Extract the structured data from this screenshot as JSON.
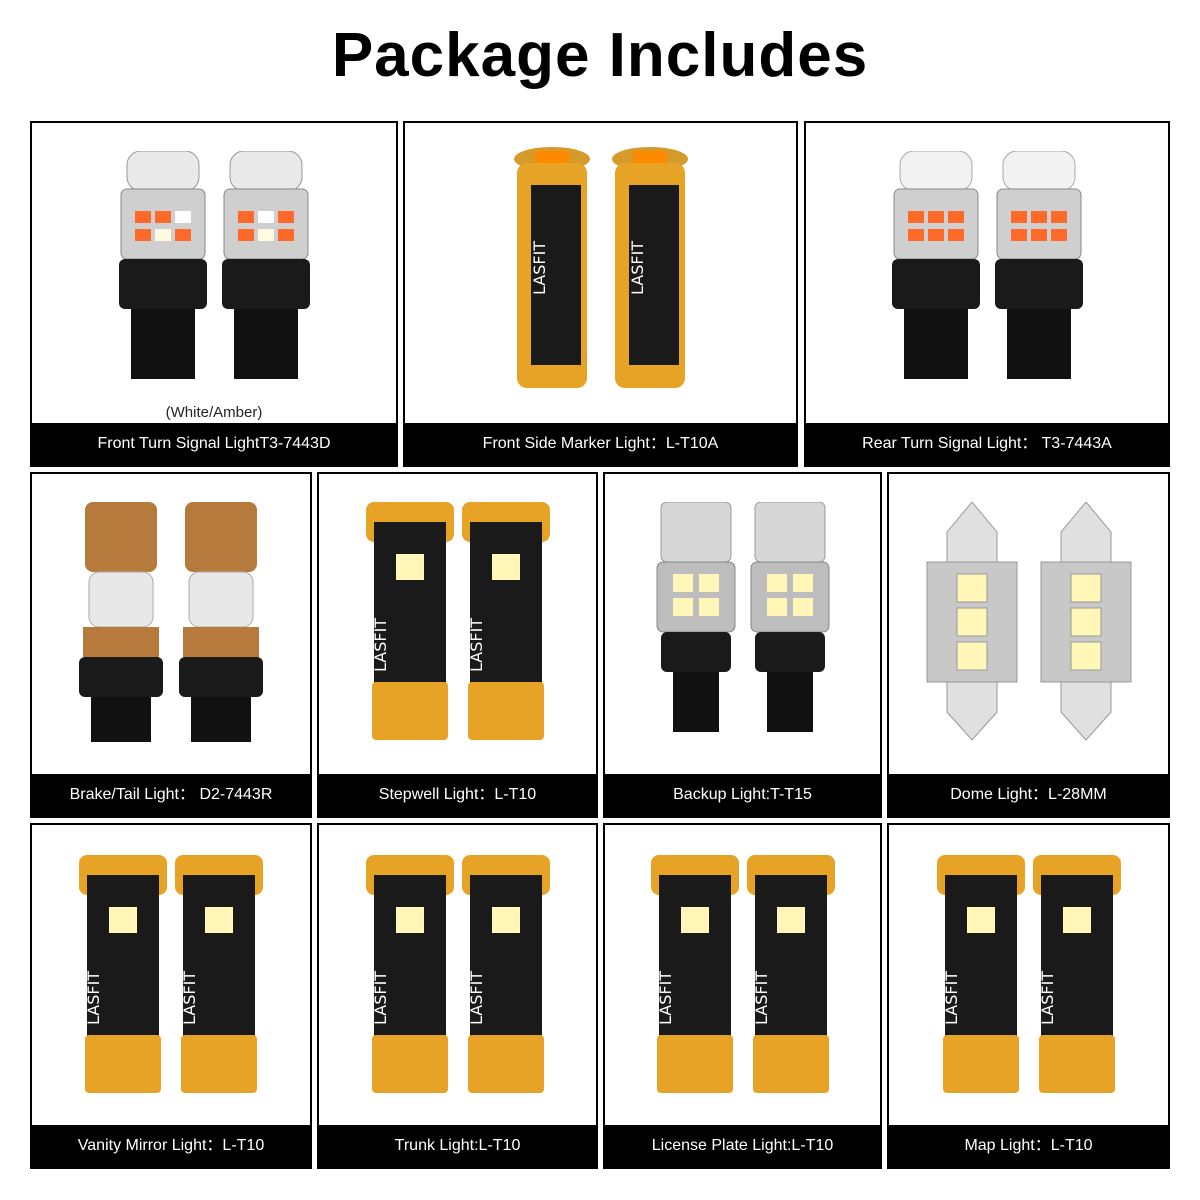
{
  "title": "Package Includes",
  "brand": "LASFIT",
  "cards": [
    {
      "label": "Front Turn Signal LightT3-7443D",
      "note": "(White/Amber)",
      "bulb": "wedge-7443-dual"
    },
    {
      "label": "Front Side Marker Light：L-T10A",
      "bulb": "t10-amber"
    },
    {
      "label": "Rear Turn Signal Light： T3-7443A",
      "bulb": "wedge-7443-amber"
    },
    {
      "label": "Brake/Tail Light： D2-7443R",
      "bulb": "wedge-7443-red"
    },
    {
      "label": "Stepwell Light：L-T10",
      "bulb": "t10-white"
    },
    {
      "label": "Backup Light:T-T15",
      "bulb": "t15-white"
    },
    {
      "label": "Dome Light：L-28MM",
      "bulb": "festoon-28mm"
    },
    {
      "label": "Vanity Mirror Light：L-T10",
      "bulb": "t10-white"
    },
    {
      "label": "Trunk Light:L-T10",
      "bulb": "t10-white"
    },
    {
      "label": "License Plate Light:L-T10",
      "bulb": "t10-white"
    },
    {
      "label": "Map Light：L-T10",
      "bulb": "t10-white"
    }
  ],
  "colors": {
    "caption_bg": "#000000",
    "pcb": "#e6a325",
    "amber_led": "#ff8a00",
    "white_led": "#fff3a0"
  }
}
